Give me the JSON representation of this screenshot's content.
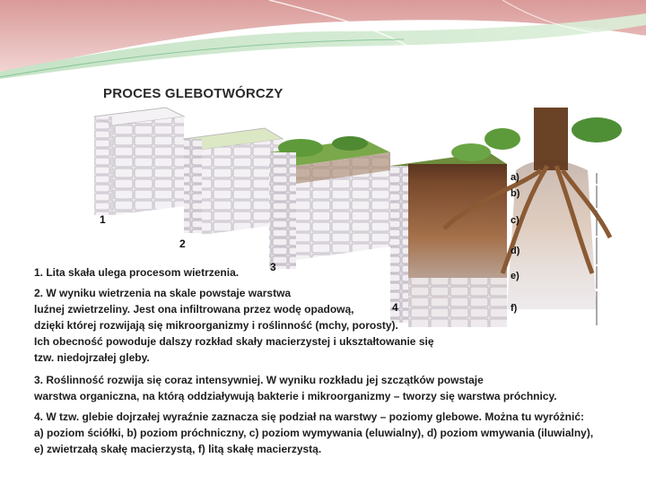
{
  "title": "PROCES GLEBOTWÓRCZY",
  "stage_numbers": [
    "1",
    "2",
    "3",
    "4"
  ],
  "horizon_labels": [
    "a)",
    "b)",
    "c)",
    "d)",
    "e)",
    "f)"
  ],
  "text_lines": [
    "1. Lita skała ulega procesom wietrzenia.",
    "2. W wyniku wietrzenia na skale powstaje warstwa",
    "luźnej zwietrzeliny. Jest ona infiltrowana przez wodę opadową,",
    "dzięki której rozwijają się mikroorganizmy i roślinność (mchy, porosty).",
    "Ich obecność powoduje dalszy rozkład skały macierzystej i ukształtowanie się",
    "tzw. niedojrzałej gleby.",
    "3. Roślinność rozwija się coraz intensywniej. W wyniku rozkładu jej szczątków powstaje",
    "warstwa organiczna, na którą oddziaływują bakterie i mikroorganizmy – tworzy się warstwa próchnicy.",
    "4. W tzw. glebie dojrzałej wyraźnie zaznacza się podział na warstwy – poziomy glebowe. Można tu wyróżnić:",
    "a) poziom ściółki,  b) poziom próchniczny,  c) poziom wymywania (eluwialny),  d) poziom wmywania (iluwialny),",
    "e) zwietrzałą skałę macierzystą,  f) litą skałę macierzystą."
  ]
}
